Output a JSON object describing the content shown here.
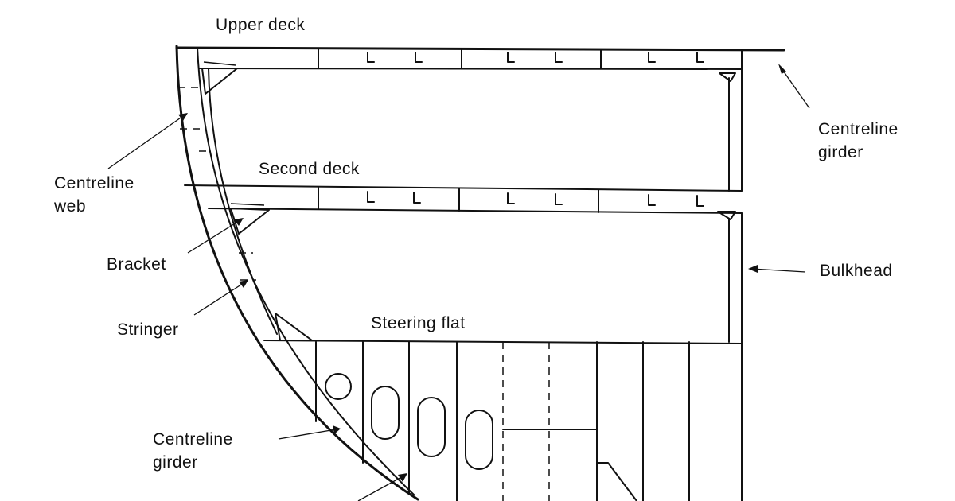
{
  "labels": {
    "upper_deck": "Upper deck",
    "second_deck": "Second deck",
    "steering_flat": "Steering flat",
    "centreline_girder_top": [
      "Centreline",
      "girder"
    ],
    "centreline_web": [
      "Centreline",
      "web"
    ],
    "bracket": "Bracket",
    "bulkhead": "Bulkhead",
    "stringer": "Stringer",
    "centreline_girder_bottom": [
      "Centreline",
      "girder"
    ]
  },
  "colors": {
    "ink": "#111111",
    "background": "#ffffff"
  }
}
